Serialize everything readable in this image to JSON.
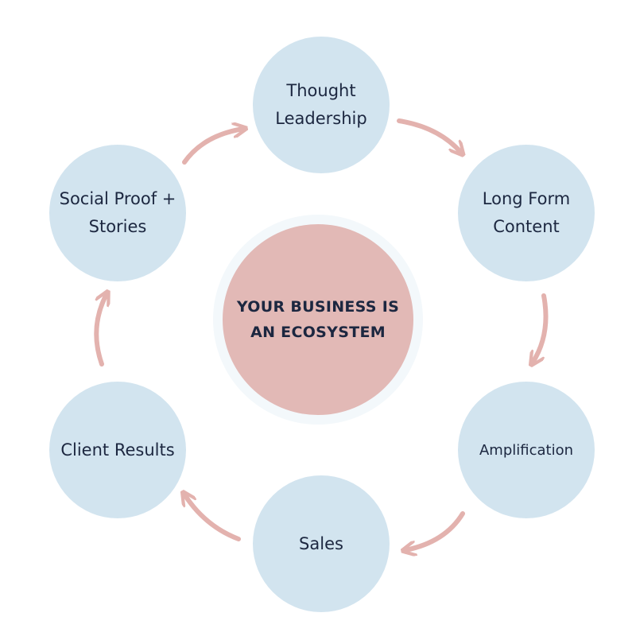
{
  "center": {
    "title": "YOUR BUSINESS IS AN ECOSYSTEM"
  },
  "nodes": [
    {
      "label": "Thought Leadership"
    },
    {
      "label": "Long Form Content"
    },
    {
      "label": "Amplification"
    },
    {
      "label": "Sales"
    },
    {
      "label": "Client Results"
    },
    {
      "label": "Social Proof + Stories"
    }
  ],
  "colors": {
    "node_fill": "#d2e4ef",
    "center_fill": "#e2b9b6",
    "arrow": "#e3b2ae",
    "text": "#1c2740"
  }
}
